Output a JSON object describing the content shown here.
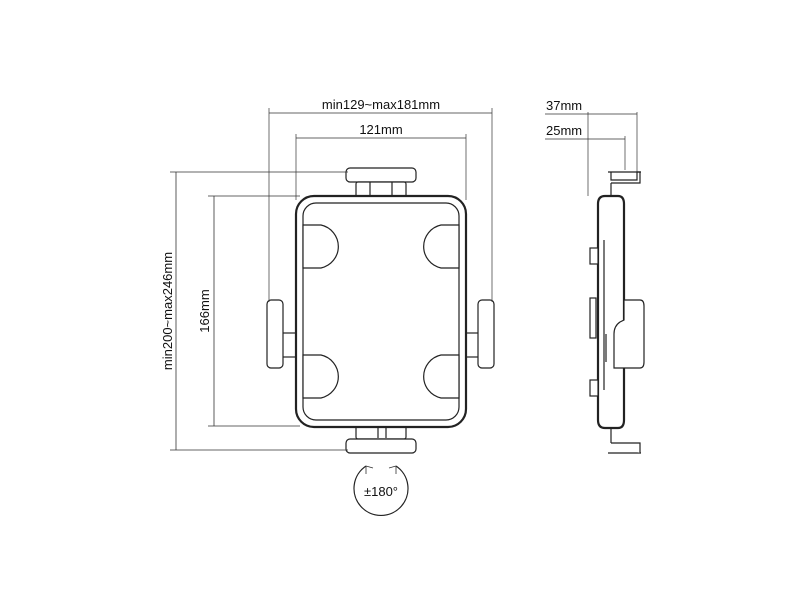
{
  "dimensions": {
    "width_range": "min129~max181mm",
    "inner_width": "121mm",
    "height_range": "min200~max246mm",
    "inner_height": "166mm",
    "depth_total": "37mm",
    "depth_inner": "25mm",
    "rotation": "±180°"
  }
}
